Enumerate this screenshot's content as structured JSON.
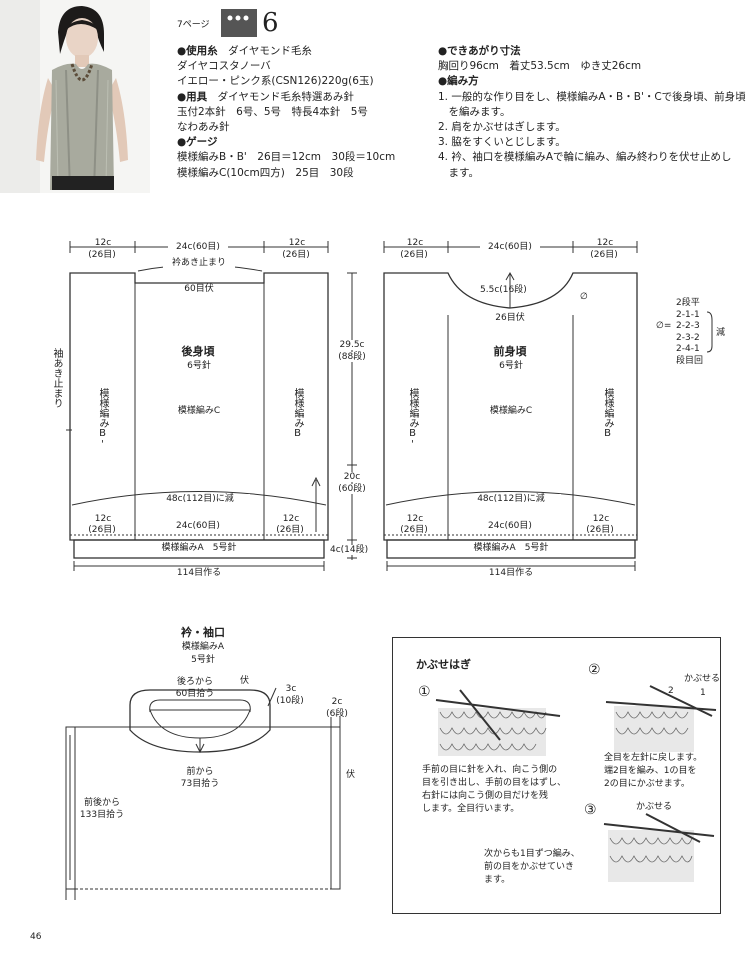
{
  "header": {
    "page_ref": "7ページ",
    "pattern_number": "6",
    "yarn_title": "●使用糸",
    "yarn_name": "ダイヤモンド毛糸",
    "yarn_sub": "ダイヤコスタノーバ",
    "yarn_color": "イエロー・ピンク系(CSN126)220g(6玉)",
    "tools_title": "●用具",
    "tools_line1": "ダイヤモンド毛糸特選あみ針",
    "tools_line2": "玉付2本針　6号、5号　特長4本針　5号",
    "tools_line3": "なわあみ針",
    "gauge_title": "●ゲージ",
    "gauge_line1": "模様編みB・B'　26目＝12cm　30段＝10cm",
    "gauge_line2": "模様編みC(10cm四方)　25目　30段",
    "size_title": "●できあがり寸法",
    "size_line": "胸回り96cm　着丈53.5cm　ゆき丈26cm",
    "method_title": "●編み方",
    "steps": [
      "1. 一般的な作り目をし、模様編みA・B・B'・Cで後身頃、前身頃",
      "　を編みます。",
      "2. 肩をかぶせはぎします。",
      "3. 脇をすくいとじします。",
      "4. 衿、袖口を模様編みAで輪に編み、編み終わりを伏せ止めし",
      "　ます。"
    ]
  },
  "back": {
    "top_left": "12c",
    "top_left_sts": "(26目)",
    "top_mid": "24c(60目)",
    "top_right": "12c",
    "top_right_sts": "(26目)",
    "neck_stop": "衿あき止まり",
    "bind_off": "60目伏",
    "title": "後身頃",
    "needle": "6号針",
    "pattern_c": "模様編みC",
    "pattern_b_left": "模様編みB'",
    "pattern_b_right": "模様編みB",
    "decrease": "48c(112目)に減",
    "bot_left": "12c",
    "bot_left_sts": "(26目)",
    "bot_mid": "24c(60目)",
    "bot_right": "12c",
    "bot_right_sts": "(26目)",
    "ribbing": "模様編みA　5号針",
    "cast_on": "114目作る",
    "armhole_stop": "袖あき止まり"
  },
  "side": {
    "total_h": "29.5c",
    "total_rows": "(88段)",
    "mid_h": "20c",
    "mid_rows": "(60段)",
    "rib_h": "4c(14段)"
  },
  "front": {
    "top_left": "12c",
    "top_left_sts": "(26目)",
    "top_mid": "24c(60目)",
    "top_right": "12c",
    "top_right_sts": "(26目)",
    "neck_depth": "5.5c(16段)",
    "neck_bind": "26目伏",
    "title": "前身頃",
    "needle": "6号針",
    "pattern_c": "模様編みC",
    "pattern_b_left": "模様編みB'",
    "pattern_b_right": "模様編みB",
    "decrease": "48c(112目)に減",
    "bot_left": "12c",
    "bot_left_sts": "(26目)",
    "bot_mid": "24c(60目)",
    "bot_right": "12c",
    "bot_right_sts": "(26目)",
    "ribbing": "模様編みA　5号針",
    "cast_on": "114目作る",
    "phi": "∅"
  },
  "neck_table": {
    "rows": [
      "2段平",
      "2-1-1",
      "2-2-3",
      "2-3-2",
      "2-4-1",
      "段目回"
    ],
    "phi": "∅=",
    "decrease": "減"
  },
  "collar": {
    "title": "衿・袖口",
    "pattern": "模様編みA",
    "needle": "5号針",
    "back_pick": "後ろから",
    "back_pick2": "60目拾う",
    "bind": "伏",
    "width": "3c",
    "width_rows": "(10段)",
    "front_pick": "前から",
    "front_pick2": "73目拾う",
    "sleeve_w": "2c",
    "sleeve_rows": "(6段)",
    "sleeve_bind": "伏",
    "sleeve_pick1": "前後から",
    "sleeve_pick2": "133目拾う"
  },
  "kabuse": {
    "title": "かぶせはぎ",
    "step1_num": "①",
    "step1_text": [
      "手前の目に針を入れ、向こう側の",
      "目を引き出し、手前の目をはずし、",
      "右針には向こう側の目だけを残",
      "します。全目行います。"
    ],
    "step2_num": "②",
    "step2_label": "かぶせる",
    "step2_text": [
      "全目を左針に戻します。",
      "端2目を編み、1の目を",
      "2の目にかぶせます。"
    ],
    "step3_num": "③",
    "step3_label": "かぶせる",
    "step3_text": [
      "次からも1目ずつ編み、",
      "前の目をかぶせていき",
      "ます。"
    ],
    "n1": "1",
    "n2": "2"
  },
  "footer": {
    "page_number": "46"
  }
}
